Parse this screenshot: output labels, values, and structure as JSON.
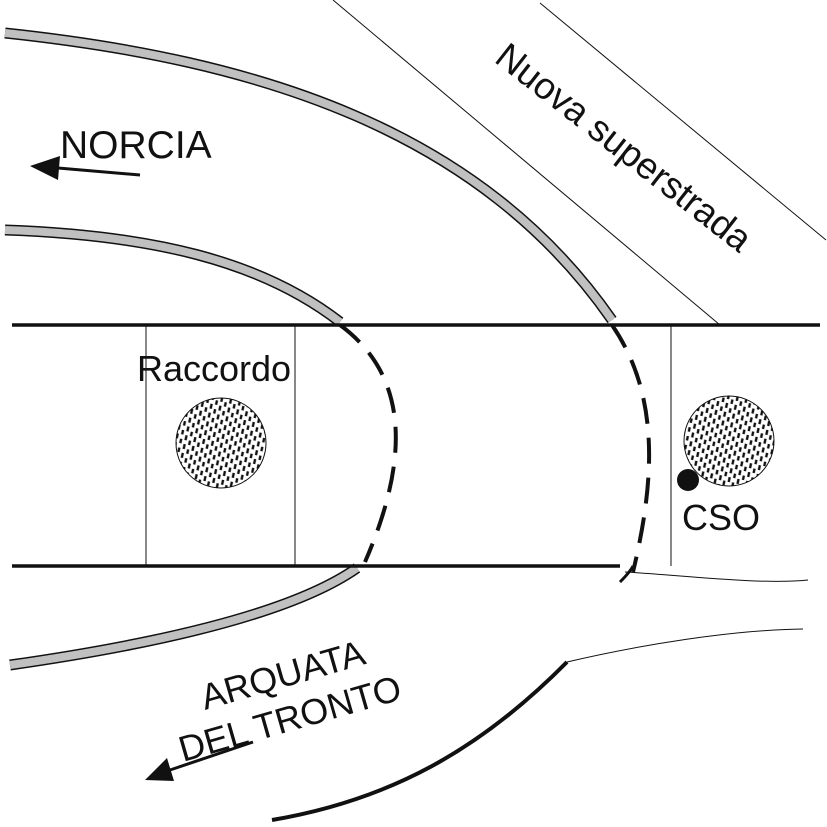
{
  "labels": {
    "norcia": "NORCIA",
    "superstrada": "Nuova superstrada",
    "raccordo": "Raccordo",
    "cso": "CSO",
    "arquata_line1": "ARQUATA",
    "arquata_line2": "DEL TRONTO"
  },
  "colors": {
    "ink": "#111111",
    "road_fill": "#c0c0c0",
    "background": "#ffffff"
  }
}
